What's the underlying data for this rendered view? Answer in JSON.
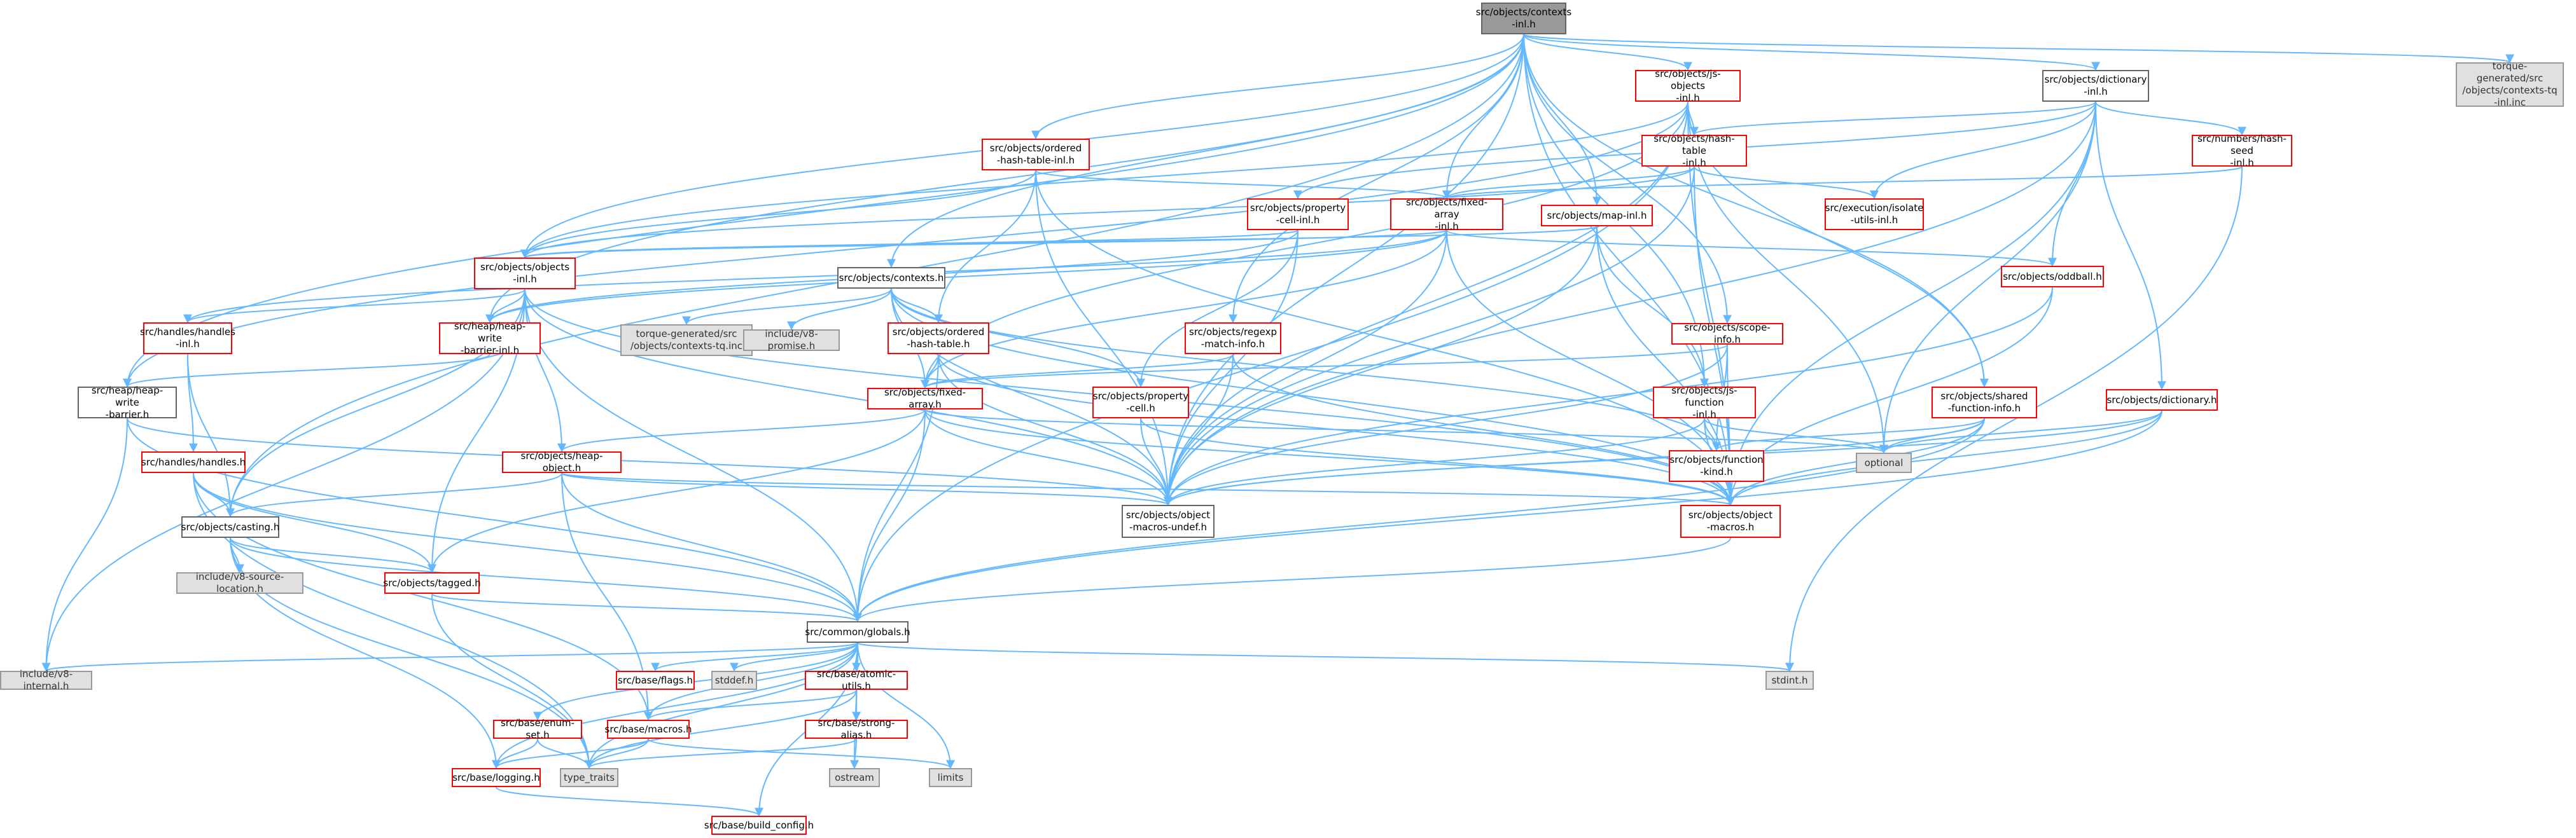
{
  "colors": {
    "edge": "#63b8ff",
    "box_border": "#666666",
    "red_border": "#ff0000",
    "gray_fill": "#e0e0e0",
    "root_fill": "#999999"
  },
  "nodes": [
    {
      "id": "root",
      "label": "src/objects/contexts\n-inl.h",
      "style": "root"
    },
    {
      "id": "jsobjects",
      "label": "src/objects/js-objects\n-inl.h",
      "style": "red"
    },
    {
      "id": "dictinl",
      "label": "src/objects/dictionary\n-inl.h",
      "style": "plain"
    },
    {
      "id": "tqgen",
      "label": "torque-generated/src\n/objects/contexts-tq\n-inl.inc",
      "style": "gray"
    },
    {
      "id": "ordhtinl",
      "label": "src/objects/ordered\n-hash-table-inl.h",
      "style": "red"
    },
    {
      "id": "hashtableinl",
      "label": "src/objects/hash-table\n-inl.h",
      "style": "red"
    },
    {
      "id": "hashseed",
      "label": "src/numbers/hash-seed\n-inl.h",
      "style": "red"
    },
    {
      "id": "propcellinl",
      "label": "src/objects/property\n-cell-inl.h",
      "style": "red"
    },
    {
      "id": "fixedarrayinl",
      "label": "src/objects/fixed-array\n-inl.h",
      "style": "red"
    },
    {
      "id": "mapinl",
      "label": "src/objects/map-inl.h",
      "style": "red"
    },
    {
      "id": "isolateutils",
      "label": "src/execution/isolate\n-utils-inl.h",
      "style": "red"
    },
    {
      "id": "objectsinl",
      "label": "src/objects/objects\n-inl.h",
      "style": "red"
    },
    {
      "id": "contexts",
      "label": "src/objects/contexts.h",
      "style": "plain"
    },
    {
      "id": "oddball",
      "label": "src/objects/oddball.h",
      "style": "red"
    },
    {
      "id": "handlesinl",
      "label": "src/handles/handles\n-inl.h",
      "style": "red"
    },
    {
      "id": "hwbinl",
      "label": "src/heap/heap-write\n-barrier-inl.h",
      "style": "red"
    },
    {
      "id": "tqinc",
      "label": "torque-generated/src\n/objects/contexts-tq.inc",
      "style": "gray"
    },
    {
      "id": "v8promise",
      "label": "include/v8-promise.h",
      "style": "gray"
    },
    {
      "id": "ordht",
      "label": "src/objects/ordered\n-hash-table.h",
      "style": "red"
    },
    {
      "id": "regexp",
      "label": "src/objects/regexp\n-match-info.h",
      "style": "red"
    },
    {
      "id": "scopeinfo",
      "label": "src/objects/scope-info.h",
      "style": "red"
    },
    {
      "id": "hwb",
      "label": "src/heap/heap-write\n-barrier.h",
      "style": "plain"
    },
    {
      "id": "fixedarray",
      "label": "src/objects/fixed-array.h",
      "style": "red"
    },
    {
      "id": "propcell",
      "label": "src/objects/property\n-cell.h",
      "style": "red"
    },
    {
      "id": "jsfuncinl",
      "label": "src/objects/js-function\n-inl.h",
      "style": "red"
    },
    {
      "id": "sfi",
      "label": "src/objects/shared\n-function-info.h",
      "style": "red"
    },
    {
      "id": "dict",
      "label": "src/objects/dictionary.h",
      "style": "red"
    },
    {
      "id": "optional",
      "label": "optional",
      "style": "gray"
    },
    {
      "id": "handles",
      "label": "src/handles/handles.h",
      "style": "red"
    },
    {
      "id": "heapobject",
      "label": "src/objects/heap-object.h",
      "style": "red"
    },
    {
      "id": "funckind",
      "label": "src/objects/function\n-kind.h",
      "style": "red"
    },
    {
      "id": "casting",
      "label": "src/objects/casting.h",
      "style": "plain"
    },
    {
      "id": "omu",
      "label": "src/objects/object\n-macros-undef.h",
      "style": "plain"
    },
    {
      "id": "om",
      "label": "src/objects/object\n-macros.h",
      "style": "red"
    },
    {
      "id": "srcloc",
      "label": "include/v8-source-location.h",
      "style": "gray"
    },
    {
      "id": "tagged",
      "label": "src/objects/tagged.h",
      "style": "red"
    },
    {
      "id": "globals",
      "label": "src/common/globals.h",
      "style": "plain"
    },
    {
      "id": "v8internal",
      "label": "include/v8-internal.h",
      "style": "gray"
    },
    {
      "id": "flags",
      "label": "src/base/flags.h",
      "style": "red"
    },
    {
      "id": "stddef",
      "label": "stddef.h",
      "style": "gray"
    },
    {
      "id": "atomic",
      "label": "src/base/atomic-utils.h",
      "style": "red"
    },
    {
      "id": "stdint",
      "label": "stdint.h",
      "style": "gray"
    },
    {
      "id": "enumset",
      "label": "src/base/enum-set.h",
      "style": "red"
    },
    {
      "id": "macros",
      "label": "src/base/macros.h",
      "style": "red"
    },
    {
      "id": "strongalias",
      "label": "src/base/strong-alias.h",
      "style": "red"
    },
    {
      "id": "logging",
      "label": "src/base/logging.h",
      "style": "red"
    },
    {
      "id": "typetraits",
      "label": "type_traits",
      "style": "gray"
    },
    {
      "id": "ostream",
      "label": "ostream",
      "style": "gray"
    },
    {
      "id": "limits",
      "label": "limits",
      "style": "gray"
    },
    {
      "id": "buildconfig",
      "label": "src/base/build_config.h",
      "style": "red"
    }
  ],
  "edges": [
    [
      "root",
      "jsobjects"
    ],
    [
      "root",
      "dictinl"
    ],
    [
      "root",
      "tqgen"
    ],
    [
      "root",
      "ordhtinl"
    ],
    [
      "root",
      "fixedarrayinl"
    ],
    [
      "root",
      "mapinl"
    ],
    [
      "root",
      "objectsinl"
    ],
    [
      "root",
      "contexts"
    ],
    [
      "root",
      "regexp"
    ],
    [
      "root",
      "scopeinfo"
    ],
    [
      "root",
      "hwb"
    ],
    [
      "root",
      "casting"
    ],
    [
      "root",
      "omu"
    ],
    [
      "root",
      "om"
    ],
    [
      "root",
      "sfi"
    ],
    [
      "root",
      "jsfuncinl"
    ],
    [
      "root",
      "hwbinl"
    ],
    [
      "jsobjects",
      "hashtableinl"
    ],
    [
      "jsobjects",
      "objectsinl"
    ],
    [
      "jsobjects",
      "fixedarray"
    ],
    [
      "jsobjects",
      "omu"
    ],
    [
      "jsobjects",
      "om"
    ],
    [
      "jsobjects",
      "optional"
    ],
    [
      "jsobjects",
      "globals"
    ],
    [
      "jsobjects",
      "hwb"
    ],
    [
      "jsobjects",
      "sfi"
    ],
    [
      "dictinl",
      "hashtableinl"
    ],
    [
      "dictinl",
      "hashseed"
    ],
    [
      "dictinl",
      "isolateutils"
    ],
    [
      "dictinl",
      "oddball"
    ],
    [
      "dictinl",
      "dict"
    ],
    [
      "dictinl",
      "propcellinl"
    ],
    [
      "dictinl",
      "omu"
    ],
    [
      "dictinl",
      "om"
    ],
    [
      "dictinl",
      "optional"
    ],
    [
      "ordhtinl",
      "objectsinl"
    ],
    [
      "ordhtinl",
      "ordht"
    ],
    [
      "ordhtinl",
      "fixedarrayinl"
    ],
    [
      "ordhtinl",
      "omu"
    ],
    [
      "ordhtinl",
      "om"
    ],
    [
      "hashtableinl",
      "fixedarrayinl"
    ],
    [
      "hashtableinl",
      "isolateutils"
    ],
    [
      "hashtableinl",
      "objectsinl"
    ],
    [
      "hashtableinl",
      "omu"
    ],
    [
      "hashtableinl",
      "om"
    ],
    [
      "hashseed",
      "fixedarrayinl"
    ],
    [
      "hashseed",
      "stdint"
    ],
    [
      "propcellinl",
      "objectsinl"
    ],
    [
      "propcellinl",
      "propcell"
    ],
    [
      "propcellinl",
      "hwbinl"
    ],
    [
      "propcellinl",
      "omu"
    ],
    [
      "fixedarrayinl",
      "objectsinl"
    ],
    [
      "fixedarrayinl",
      "fixedarray"
    ],
    [
      "fixedarrayinl",
      "hwbinl"
    ],
    [
      "fixedarrayinl",
      "omu"
    ],
    [
      "fixedarrayinl",
      "om"
    ],
    [
      "fixedarrayinl",
      "oddball"
    ],
    [
      "fixedarrayinl",
      "handlesinl"
    ],
    [
      "mapinl",
      "objectsinl"
    ],
    [
      "mapinl",
      "omu"
    ],
    [
      "mapinl",
      "om"
    ],
    [
      "mapinl",
      "jsfuncinl"
    ],
    [
      "objectsinl",
      "handlesinl"
    ],
    [
      "objectsinl",
      "hwbinl"
    ],
    [
      "objectsinl",
      "heapobject"
    ],
    [
      "objectsinl",
      "casting"
    ],
    [
      "objectsinl",
      "omu"
    ],
    [
      "objectsinl",
      "om"
    ],
    [
      "objectsinl",
      "v8internal"
    ],
    [
      "objectsinl",
      "globals"
    ],
    [
      "objectsinl",
      "tagged"
    ],
    [
      "contexts",
      "tqinc"
    ],
    [
      "contexts",
      "v8promise"
    ],
    [
      "contexts",
      "ordht"
    ],
    [
      "contexts",
      "fixedarray"
    ],
    [
      "contexts",
      "propcell"
    ],
    [
      "contexts",
      "funckind"
    ],
    [
      "contexts",
      "omu"
    ],
    [
      "contexts",
      "om"
    ],
    [
      "oddball",
      "omu"
    ],
    [
      "oddball",
      "om"
    ],
    [
      "handlesinl",
      "handles"
    ],
    [
      "handlesinl",
      "casting"
    ],
    [
      "hwbinl",
      "hwb"
    ],
    [
      "ordht",
      "fixedarray"
    ],
    [
      "ordht",
      "omu"
    ],
    [
      "ordht",
      "om"
    ],
    [
      "ordht",
      "globals"
    ],
    [
      "regexp",
      "fixedarray"
    ],
    [
      "regexp",
      "omu"
    ],
    [
      "regexp",
      "om"
    ],
    [
      "scopeinfo",
      "fixedarray"
    ],
    [
      "scopeinfo",
      "funckind"
    ],
    [
      "scopeinfo",
      "omu"
    ],
    [
      "scopeinfo",
      "om"
    ],
    [
      "hwb",
      "v8internal"
    ],
    [
      "hwb",
      "globals"
    ],
    [
      "hwb",
      "omu"
    ],
    [
      "fixedarray",
      "heapobject"
    ],
    [
      "fixedarray",
      "omu"
    ],
    [
      "fixedarray",
      "om"
    ],
    [
      "fixedarray",
      "globals"
    ],
    [
      "fixedarray",
      "tagged"
    ],
    [
      "fixedarray",
      "optional"
    ],
    [
      "propcell",
      "omu"
    ],
    [
      "propcell",
      "om"
    ],
    [
      "jsfuncinl",
      "funckind"
    ],
    [
      "jsfuncinl",
      "omu"
    ],
    [
      "jsfuncinl",
      "om"
    ],
    [
      "jsfuncinl",
      "optional"
    ],
    [
      "sfi",
      "funckind"
    ],
    [
      "sfi",
      "omu"
    ],
    [
      "sfi",
      "om"
    ],
    [
      "sfi",
      "optional"
    ],
    [
      "sfi",
      "globals"
    ],
    [
      "dict",
      "omu"
    ],
    [
      "dict",
      "om"
    ],
    [
      "dict",
      "globals"
    ],
    [
      "dict",
      "optional"
    ],
    [
      "handles",
      "casting"
    ],
    [
      "handles",
      "tagged"
    ],
    [
      "handles",
      "globals"
    ],
    [
      "handles",
      "macros"
    ],
    [
      "handles",
      "typetraits"
    ],
    [
      "heapobject",
      "casting"
    ],
    [
      "heapobject",
      "globals"
    ],
    [
      "heapobject",
      "macros"
    ],
    [
      "heapobject",
      "omu"
    ],
    [
      "heapobject",
      "om"
    ],
    [
      "casting",
      "srcloc"
    ],
    [
      "casting",
      "tagged"
    ],
    [
      "casting",
      "logging"
    ],
    [
      "casting",
      "typetraits"
    ],
    [
      "casting",
      "globals"
    ],
    [
      "om",
      "globals"
    ],
    [
      "tagged",
      "globals"
    ],
    [
      "tagged",
      "typetraits"
    ],
    [
      "globals",
      "v8internal"
    ],
    [
      "globals",
      "flags"
    ],
    [
      "globals",
      "stddef"
    ],
    [
      "globals",
      "atomic"
    ],
    [
      "globals",
      "stdint"
    ],
    [
      "globals",
      "enumset"
    ],
    [
      "globals",
      "macros"
    ],
    [
      "globals",
      "strongalias"
    ],
    [
      "globals",
      "logging"
    ],
    [
      "globals",
      "ostream"
    ],
    [
      "globals",
      "limits"
    ],
    [
      "globals",
      "buildconfig"
    ],
    [
      "globals",
      "typetraits"
    ],
    [
      "atomic",
      "macros"
    ],
    [
      "atomic",
      "strongalias"
    ],
    [
      "atomic",
      "typetraits"
    ],
    [
      "enumset",
      "logging"
    ],
    [
      "enumset",
      "typetraits"
    ],
    [
      "macros",
      "logging"
    ],
    [
      "macros",
      "typetraits"
    ],
    [
      "macros",
      "limits"
    ],
    [
      "strongalias",
      "ostream"
    ],
    [
      "strongalias",
      "typetraits"
    ],
    [
      "logging",
      "buildconfig"
    ]
  ]
}
